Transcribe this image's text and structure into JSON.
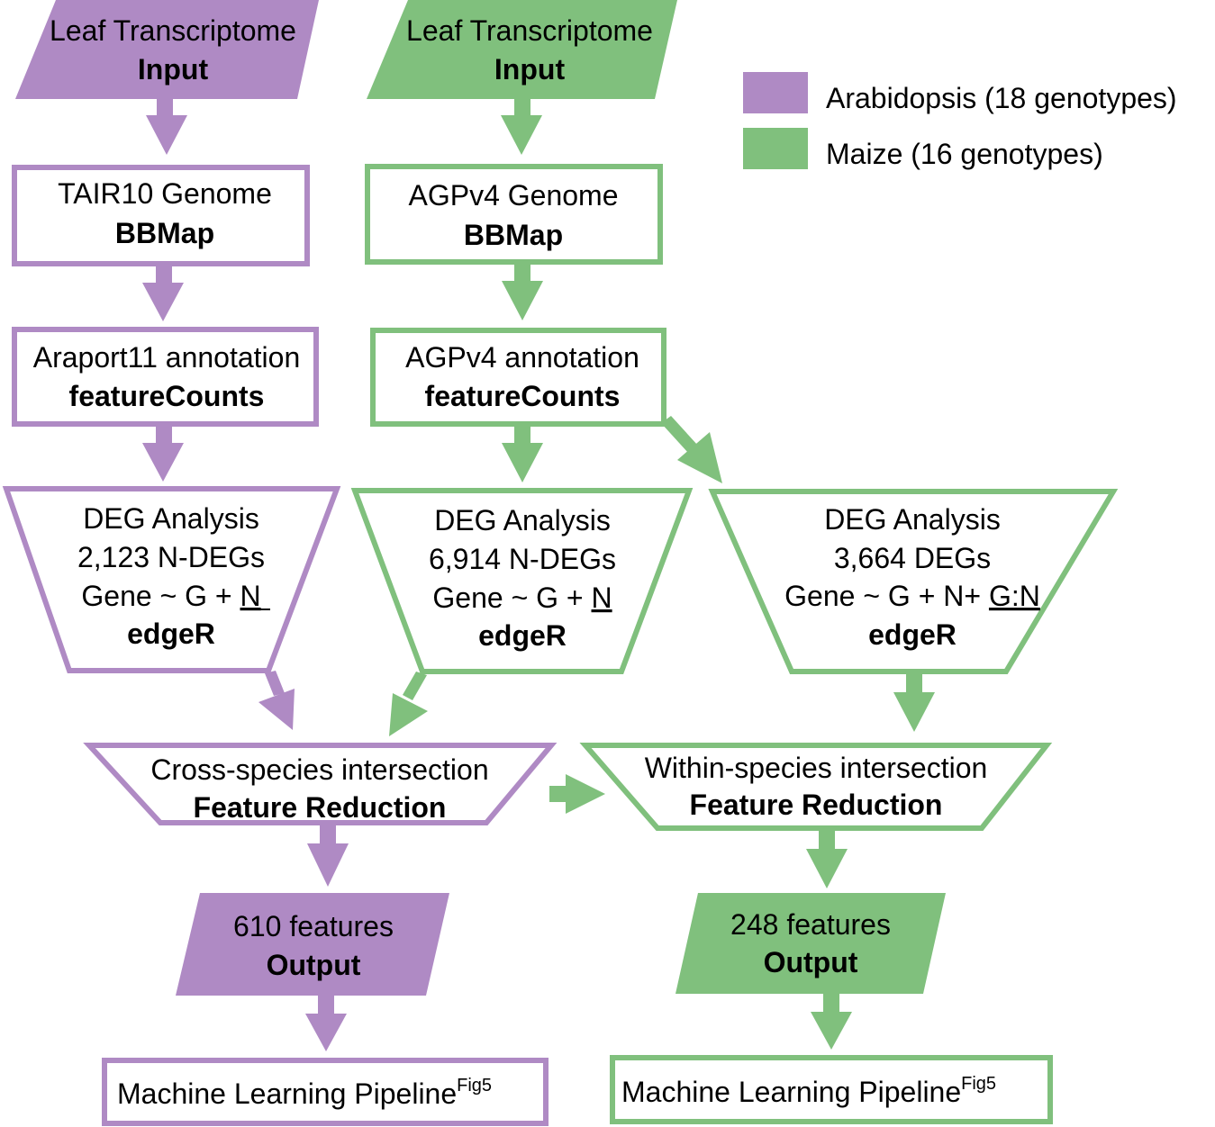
{
  "colors": {
    "arabidopsis": "#AF8AC4",
    "maize": "#80C07D"
  },
  "legend": [
    {
      "label": "Arabidopsis (18 genotypes)",
      "color_key": "arabidopsis"
    },
    {
      "label": "Maize (16 genotypes)",
      "color_key": "maize"
    }
  ],
  "arabidopsis": {
    "input": {
      "line1": "Leaf Transcriptome",
      "line2": "Input"
    },
    "genome": {
      "line1": "TAIR10 Genome",
      "line2": "BBMap"
    },
    "annotation": {
      "line1": "Araport11 annotation",
      "line2": "featureCounts"
    },
    "deg": {
      "line1": "DEG Analysis",
      "line2": "2,123 N-DEGs",
      "formula_prefix": "Gene ~ G + ",
      "formula_underlined": "N",
      "line4": "edgeR"
    }
  },
  "maize": {
    "input": {
      "line1": "Leaf Transcriptome",
      "line2": "Input"
    },
    "genome": {
      "line1": "AGPv4 Genome",
      "line2": "BBMap"
    },
    "annotation": {
      "line1": "AGPv4 annotation",
      "line2": "featureCounts"
    },
    "deg_n": {
      "line1": "DEG Analysis",
      "line2": "6,914 N-DEGs",
      "formula_prefix": "Gene ~ G + ",
      "formula_underlined": "N",
      "line4": "edgeR"
    },
    "deg_gn": {
      "line1": "DEG Analysis",
      "line2": "3,664 DEGs",
      "formula_prefix": "Gene ~ G + N+ ",
      "formula_underlined": "G:N",
      "line4": "edgeR"
    }
  },
  "cross_species": {
    "line1": "Cross-species intersection",
    "line2": "Feature Reduction"
  },
  "within_species": {
    "line1": "Within-species intersection",
    "line2": "Feature Reduction"
  },
  "output_cross": {
    "line1": "610 features",
    "line2": "Output"
  },
  "output_within": {
    "line1": "248 features",
    "line2": "Output"
  },
  "ml_cross": {
    "label": "Machine Learning Pipeline",
    "superscript": "Fig5"
  },
  "ml_within": {
    "label": "Machine Learning Pipeline",
    "superscript": "Fig5"
  }
}
